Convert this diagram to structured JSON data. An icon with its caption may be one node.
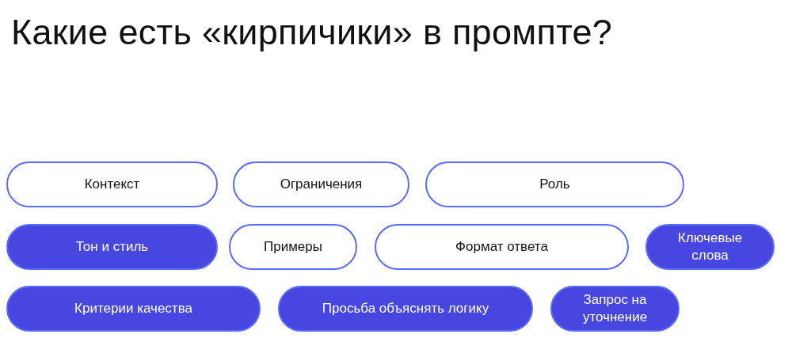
{
  "diagram": {
    "title": "Какие есть «кирпичики» в промпте?",
    "nodes": [
      {
        "text": [
          "Контекст"
        ]
      },
      {
        "text": [
          "Ограничения"
        ]
      },
      {
        "text": [
          "Роль"
        ]
      },
      {
        "text": [
          "Тон и стиль"
        ]
      },
      {
        "text": [
          "Примеры"
        ]
      },
      {
        "text": [
          "Формат ответа"
        ]
      },
      {
        "text": [
          "Ключевые слова"
        ]
      },
      {
        "text": [
          "Критерии качества"
        ]
      },
      {
        "text": [
          "Просьба объяснять логику"
        ]
      },
      {
        "text": [
          "Запрос на уточнение"
        ]
      }
    ],
    "edges": []
  }
}
